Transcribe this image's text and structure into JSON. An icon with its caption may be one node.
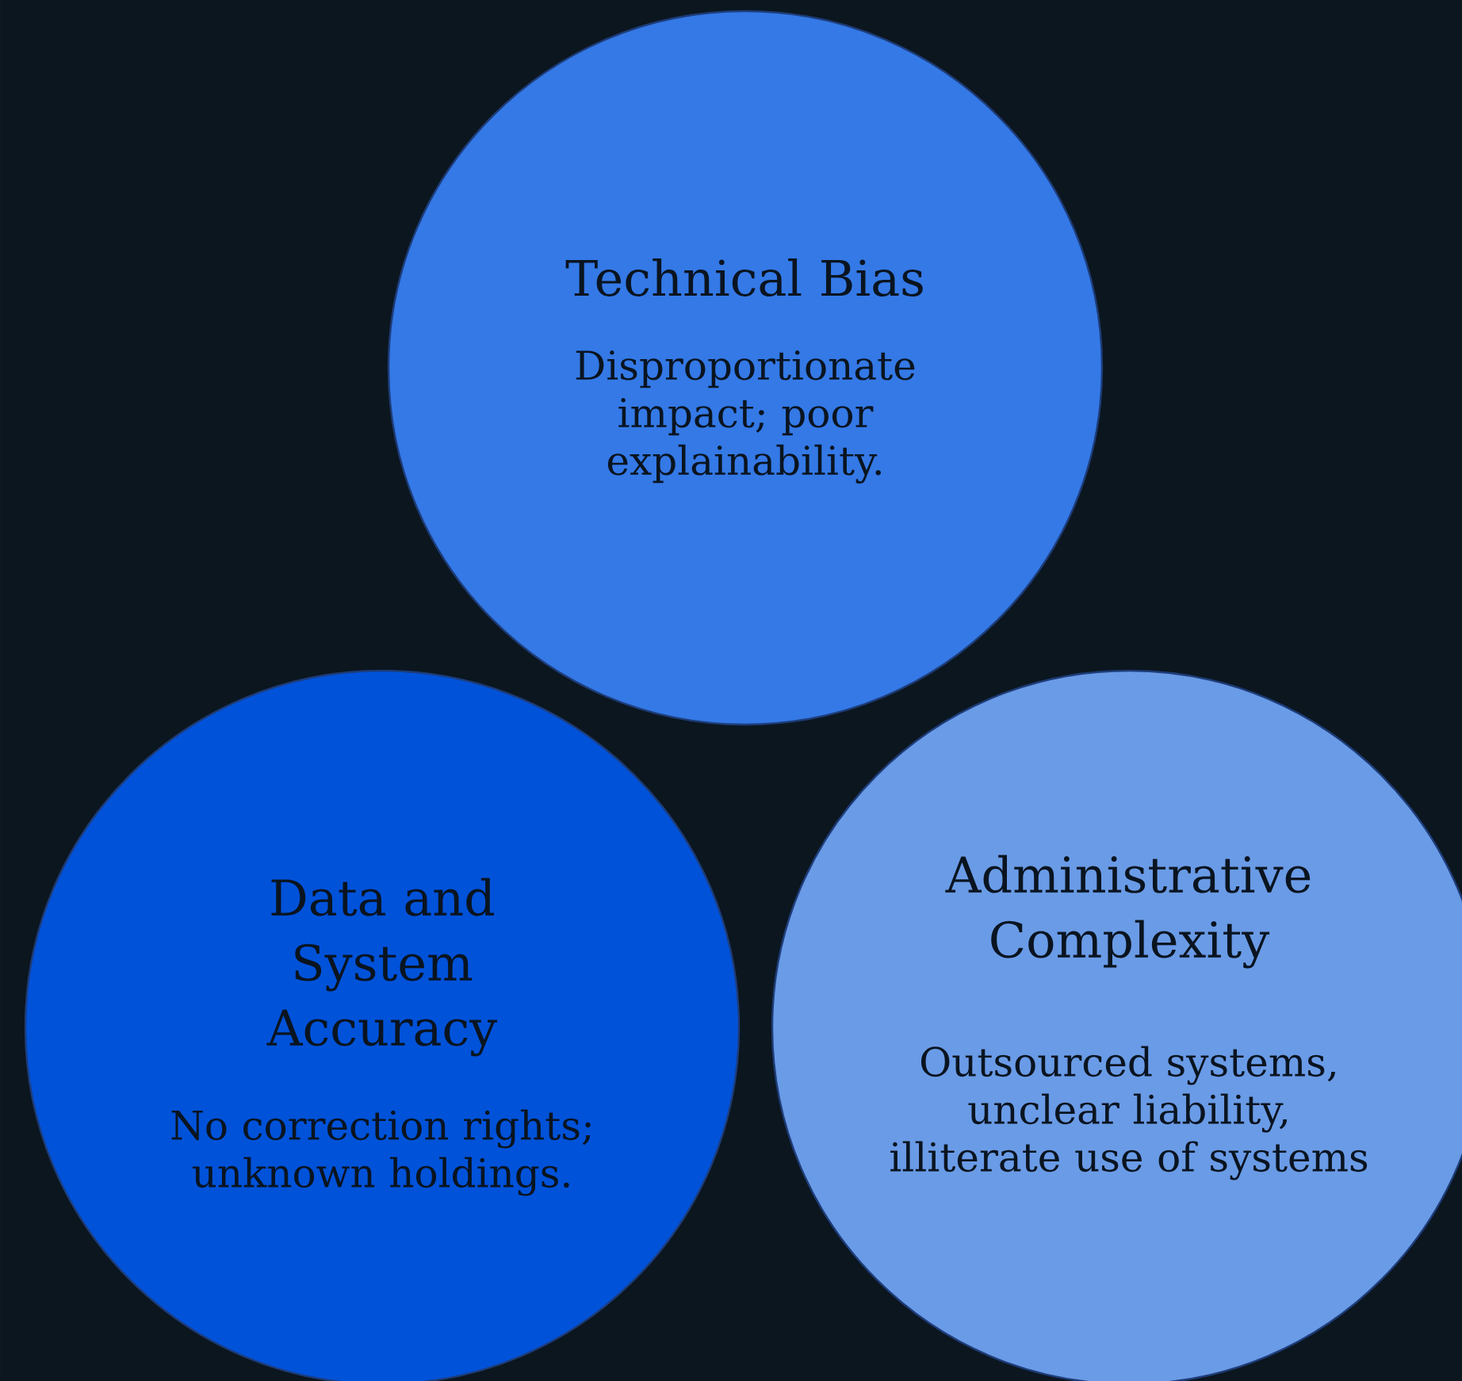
{
  "diagram": {
    "nodes": [
      {
        "text": [
          "Technical Bias",
          "Disproportionate impact; poor explainability."
        ]
      },
      {
        "text": [
          "Data and System Accuracy",
          "No correction rights; unknown holdings."
        ]
      },
      {
        "text": [
          "Administrative Complexity",
          "Outsourced systems, unclear liability, illiterate use of systems"
        ]
      }
    ]
  }
}
